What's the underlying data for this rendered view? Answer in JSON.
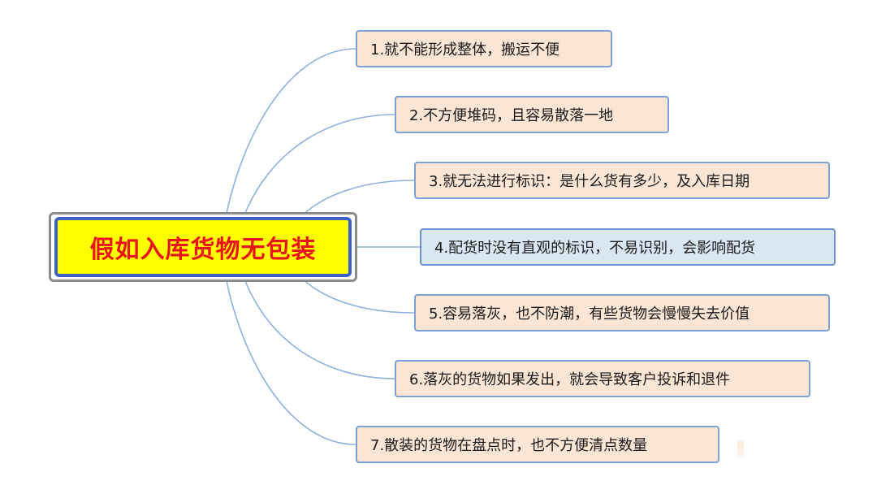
{
  "root": {
    "label": "假如入库货物无包装",
    "fill_color": "#ffff00",
    "text_color": "#e8141c",
    "border_color": "#3b63c9"
  },
  "branches": [
    {
      "label": "1.就不能形成整体，搬运不便",
      "highlight": false
    },
    {
      "label": "2.不方便堆码，且容易散落一地",
      "highlight": false
    },
    {
      "label": "3.就无法进行标识：是什么货有多少，及入库日期",
      "highlight": false
    },
    {
      "label": "4.配货时没有直观的标识，不易识别，会影响配货",
      "highlight": true
    },
    {
      "label": "5.容易落灰，也不防潮，有些货物会慢慢失去价值",
      "highlight": false
    },
    {
      "label": "6.落灰的货物如果发出，就会导致客户投诉和退件",
      "highlight": false
    },
    {
      "label": "7.散装的货物在盘点时，也不方便清点数量",
      "highlight": false
    }
  ],
  "colors": {
    "branch_fill": "#fbe6d6",
    "branch_fill_highlight": "#dbe6f5",
    "branch_border": "#7da0d6",
    "connector": "#8fb0de"
  }
}
